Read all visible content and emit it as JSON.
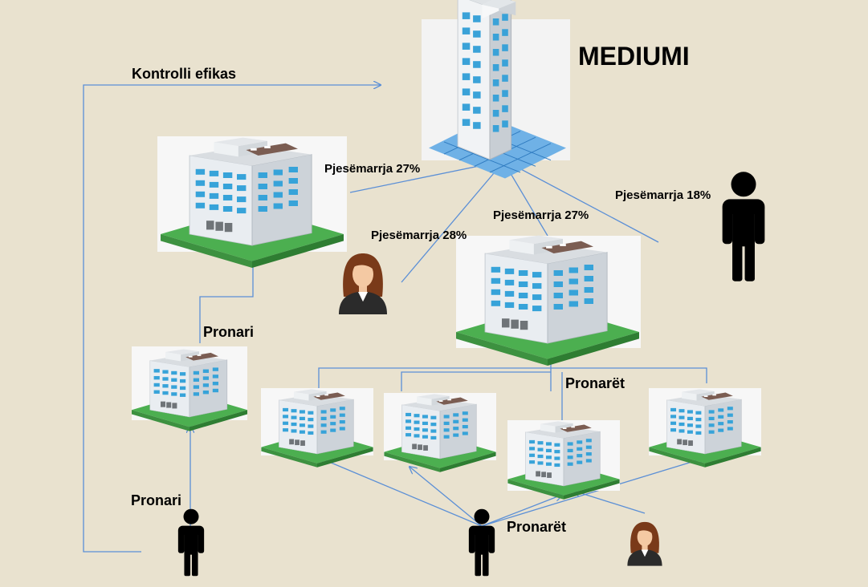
{
  "title": "MEDIUMI",
  "labels": {
    "efficient_control": "Kontrolli efikas",
    "share_left": "Pjesëmarrja  27%",
    "share_woman": "Pjesëmarrja  28%",
    "share_center": "Pjesëmarrja  27%",
    "share_man": "Pjesëmarrja  18%",
    "owner_top": "Pronari",
    "owner_bottom": "Pronari",
    "owners_top": "Pronarët",
    "owners_bottom": "Pronarët"
  },
  "colors": {
    "arrow": "#5b8fd6",
    "building_wall": "#e8ecef",
    "building_window": "#3aa2d8",
    "building_roof": "#7a5e55",
    "building_ground": "#5cb85c",
    "person": "#000000",
    "background": "#ffffff",
    "frame": "#e9e2cf"
  }
}
